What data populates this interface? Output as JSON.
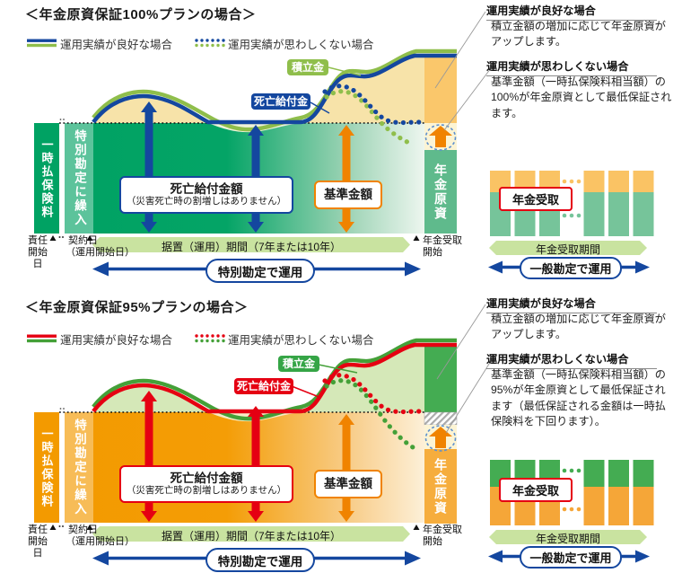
{
  "colors": {
    "blue": "#14479F",
    "red": "#E50012",
    "orange": "#F08300",
    "green-main": "#00A263",
    "green-curve": "#8FBE4B",
    "green-curve2": "#44A038",
    "orange-main": "#F39A00",
    "band": "#C9E3A0"
  },
  "sections": [
    {
      "title": "＜年金原資保証100%プランの場合＞",
      "legend_good": "運用実績が良好な場合",
      "legend_bad": "運用実績が思わしくない場合",
      "badge_tsumitatekin": "積立金",
      "badge_shibokyufukin": "死亡給付金",
      "bar_ichijibarai": "一時払保険料",
      "col_tokubetsu": "特別勘定に繰入",
      "box_shibo_title": "死亡給付金額",
      "box_shibo_sub": "（災害死亡時の割増しはありません）",
      "box_kijun": "基準金額",
      "col_nenkingenshi": "年金原資",
      "axis_sekinin_1": "責任",
      "axis_sekinin_2": "開始日",
      "axis_keiyaku": "契約日",
      "axis_keiyaku_sub": "（運用開始日）",
      "axis_period": "据置（運用）期間（7年または10年）",
      "axis_uketori_1": "年金受取",
      "axis_uketori_2": "開始",
      "arrow_tokubetsu": "特別勘定で運用",
      "note_good_title": "運用実績が良好な場合",
      "note_good_body": "積立金額の増加に応じて年金原資がアップします。",
      "note_bad_title": "運用実績が思わしくない場合",
      "note_bad_body": "基準金額（一時払保険料相当額）の100%が年金原資として最低保証されます。",
      "mini_uketori": "年金受取",
      "mini_kikan": "年金受取期間",
      "arrow_ippan": "一般勘定で運用"
    },
    {
      "title": "＜年金原資保証95%プランの場合＞",
      "legend_good": "運用実績が良好な場合",
      "legend_bad": "運用実績が思わしくない場合",
      "badge_tsumitatekin": "積立金",
      "badge_shibokyufukin": "死亡給付金",
      "bar_ichijibarai": "一時払保険料",
      "col_tokubetsu": "特別勘定に繰入",
      "box_shibo_title": "死亡給付金額",
      "box_shibo_sub": "（災害死亡時の割増しはありません）",
      "box_kijun": "基準金額",
      "col_nenkingenshi": "年金原資",
      "axis_sekinin_1": "責任",
      "axis_sekinin_2": "開始日",
      "axis_keiyaku": "契約日",
      "axis_keiyaku_sub": "（運用開始日）",
      "axis_period": "据置（運用）期間（7年または10年）",
      "axis_uketori_1": "年金受取",
      "axis_uketori_2": "開始",
      "arrow_tokubetsu": "特別勘定で運用",
      "note_good_title": "運用実績が良好な場合",
      "note_good_body": "積立金額の増加に応じて年金原資がアップします。",
      "note_bad_title": "運用実績が思わしくない場合",
      "note_bad_body": "基準金額（一時払保険料相当額）の95%が年金原資として最低保証されます（最低保証される金額は一時払保険料を下回ります）。",
      "mini_uketori": "年金受取",
      "mini_kikan": "年金受取期間",
      "arrow_ippan": "一般勘定で運用"
    }
  ]
}
